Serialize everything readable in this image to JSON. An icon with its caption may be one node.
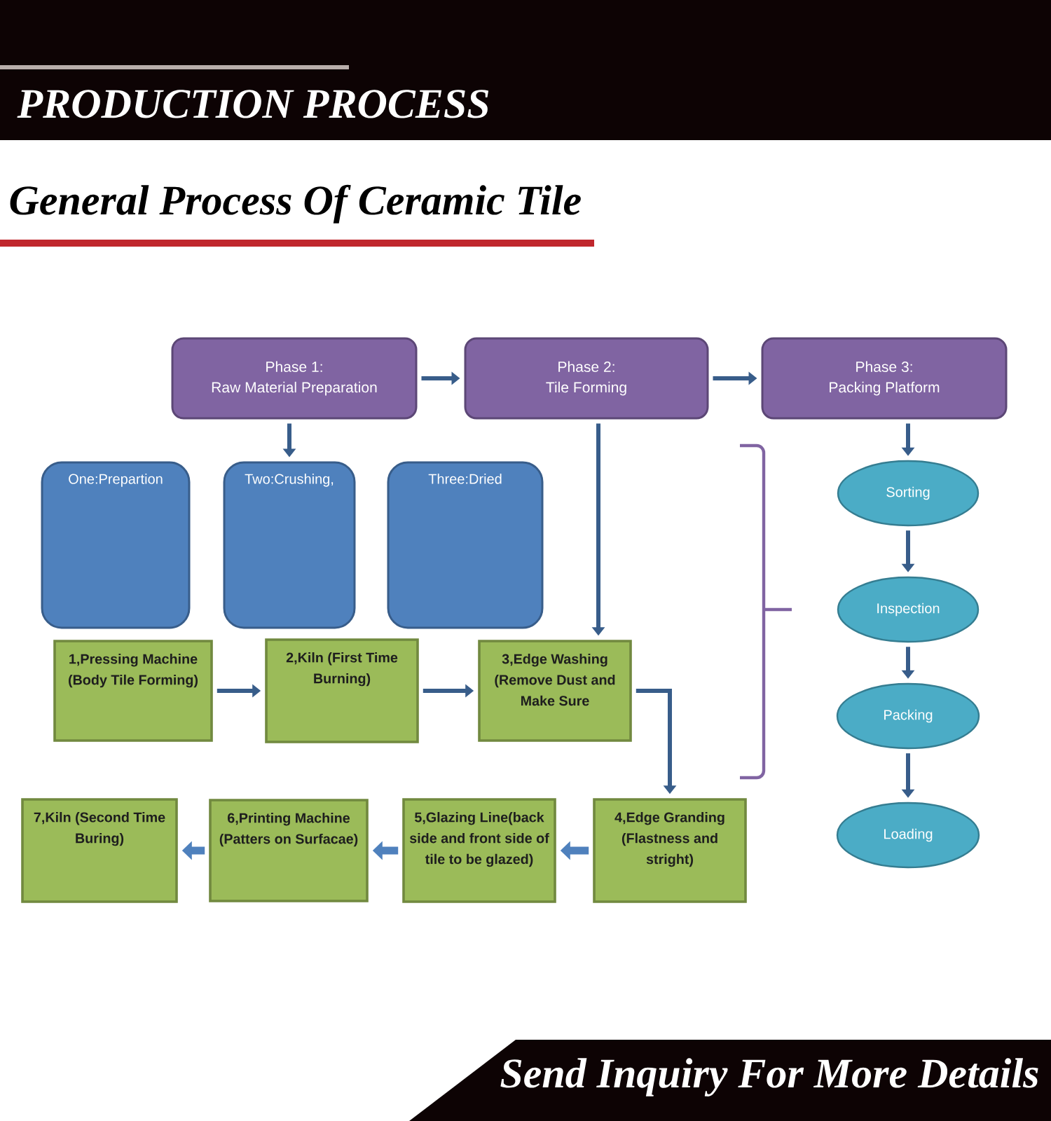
{
  "diagram": {
    "title": "General Process Of Ceramic Tile",
    "nodes": [
      {
        "text": [
          "Phase 1:",
          "Raw Material Preparation"
        ]
      },
      {
        "text": [
          "Phase 2:",
          "Tile Forming"
        ]
      },
      {
        "text": [
          "Phase 3:",
          "Packing Platform"
        ]
      },
      {
        "text": [
          "One:Prepartion"
        ]
      },
      {
        "text": [
          "Two:Crushing,"
        ]
      },
      {
        "text": [
          "Three:Dried"
        ]
      },
      {
        "text": [
          "Sorting"
        ]
      },
      {
        "text": [
          "Inspection"
        ]
      },
      {
        "text": [
          "Packing"
        ]
      },
      {
        "text": [
          "Loading"
        ]
      },
      {
        "text": [
          "1,Pressing Machine (Body Tile Forming)"
        ]
      },
      {
        "text": [
          "2,Kiln (First Time Burning)"
        ]
      },
      {
        "text": [
          "3,Edge Washing (Remove Dust and Make Sure"
        ]
      },
      {
        "text": [
          "4,Edge Granding (Flastness and stright)"
        ]
      },
      {
        "text": [
          "5,Glazing Line(back side and front side of tile to be glazed)"
        ]
      },
      {
        "text": [
          "6,Printing Machine (Patters on Surfacae)"
        ]
      },
      {
        "text": [
          "7,Kiln (Second Time Buring)"
        ]
      }
    ],
    "edges": [
      {
        "from": 0,
        "to": 1,
        "arrow": "to"
      },
      {
        "from": 1,
        "to": 2,
        "arrow": "to"
      },
      {
        "from": 0,
        "to": 4,
        "arrow": "to"
      },
      {
        "from": 1,
        "to": 12,
        "arrow": "to"
      },
      {
        "from": 2,
        "to": 6,
        "arrow": "to"
      },
      {
        "from": 6,
        "to": 7,
        "arrow": "to"
      },
      {
        "from": 7,
        "to": 8,
        "arrow": "to"
      },
      {
        "from": 8,
        "to": 9,
        "arrow": "to"
      },
      {
        "from": 10,
        "to": 11,
        "arrow": "to"
      },
      {
        "from": 11,
        "to": 12,
        "arrow": "to"
      },
      {
        "from": 12,
        "to": 13,
        "arrow": "to"
      },
      {
        "from": 13,
        "to": 14,
        "arrow": "to",
        "style": "thick",
        "color": "#4f81bd"
      },
      {
        "from": 14,
        "to": 15,
        "arrow": "to",
        "style": "thick",
        "color": "#4f81bd"
      },
      {
        "from": 15,
        "to": 16,
        "arrow": "to",
        "style": "thick",
        "color": "#4f81bd"
      }
    ],
    "labels": [
      "PRODUCTION PROCESS",
      "Send Inquiry For More Details"
    ]
  }
}
